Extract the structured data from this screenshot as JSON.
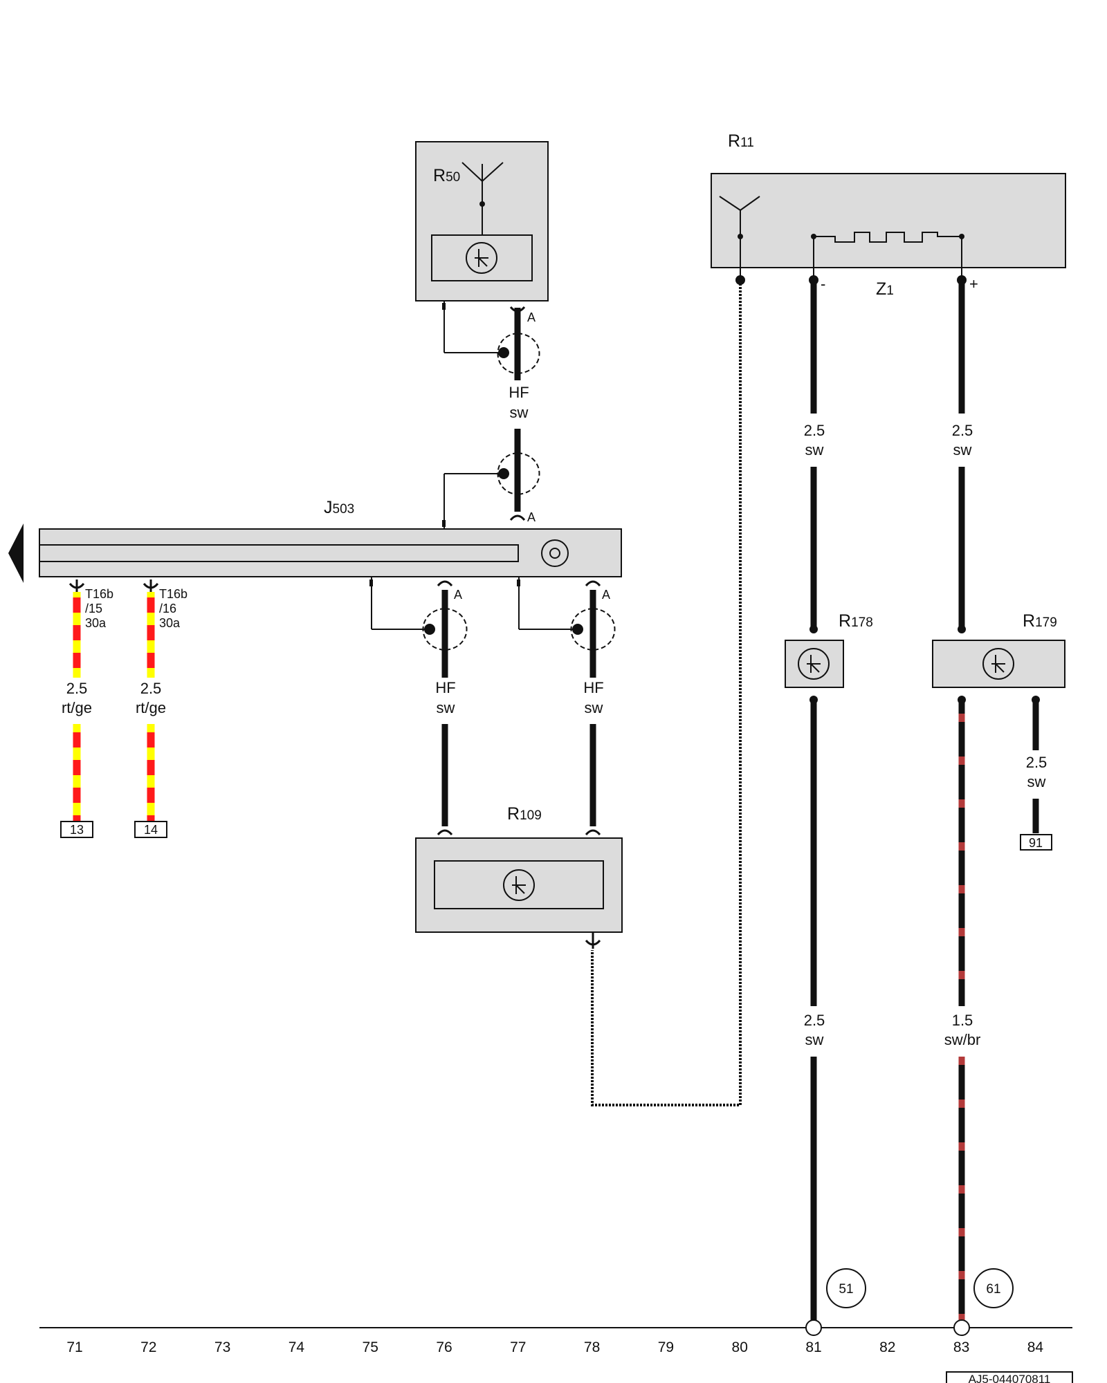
{
  "components": {
    "r50": {
      "label": "R",
      "sub": "50"
    },
    "r11": {
      "label": "R",
      "sub": "11"
    },
    "z1": {
      "label": "Z",
      "sub": "1"
    },
    "j503": {
      "label": "J",
      "sub": "503"
    },
    "r178": {
      "label": "R",
      "sub": "178"
    },
    "r179": {
      "label": "R",
      "sub": "179"
    },
    "r109": {
      "label": "R",
      "sub": "109"
    }
  },
  "polarity": {
    "minus": "-",
    "plus": "+"
  },
  "connectors": {
    "t1": {
      "name": "T16b",
      "pin": "/15",
      "terminal": "30a"
    },
    "t2": {
      "name": "T16b",
      "pin": "/16",
      "terminal": "30a"
    },
    "antenna_pin": "A"
  },
  "wires": {
    "w71": {
      "size": "2.5",
      "color": "rt/ge",
      "swatch_a": "#ff1a1a",
      "swatch_b": "#ffff00"
    },
    "w72": {
      "size": "2.5",
      "color": "rt/ge",
      "swatch_a": "#ff1a1a",
      "swatch_b": "#ffff00"
    },
    "hf77": {
      "size": "HF",
      "color": "sw"
    },
    "hf76": {
      "size": "HF",
      "color": "sw"
    },
    "hf78": {
      "size": "HF",
      "color": "sw"
    },
    "w81_upper": {
      "size": "2.5",
      "color": "sw"
    },
    "w83_upper": {
      "size": "2.5",
      "color": "sw"
    },
    "w81_lower": {
      "size": "2.5",
      "color": "sw"
    },
    "w83_lower": {
      "size": "1.5",
      "color": "sw/br",
      "swatch_a": "#111111",
      "swatch_b": "#b33a3a"
    },
    "w84": {
      "size": "2.5",
      "color": "sw"
    }
  },
  "references": {
    "ref13": "13",
    "ref14": "14",
    "ref91": "91"
  },
  "ground_circles": {
    "c51": "51",
    "c61": "61"
  },
  "track_numbers": [
    "71",
    "72",
    "73",
    "74",
    "75",
    "76",
    "77",
    "78",
    "79",
    "80",
    "81",
    "82",
    "83",
    "84"
  ],
  "document_id": "AJ5-044070811",
  "colors": {
    "component_fill": "#dcdcdc",
    "wire_black": "#111111"
  }
}
